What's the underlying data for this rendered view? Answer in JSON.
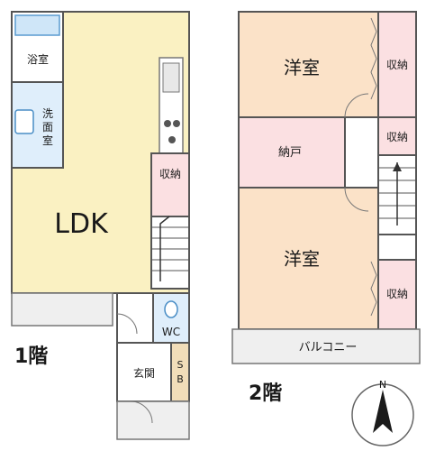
{
  "colors": {
    "ldk": "#faf1c2",
    "bath_blue": "#dfeefb",
    "western": "#fbe2c8",
    "storage": "#fbe0e2",
    "floor_wood": "#f1ddb9",
    "balcony": "#efefef",
    "wall": "#555555"
  },
  "floor1": {
    "label": "1階",
    "bath": "浴室",
    "washroom": "洗面室",
    "ldk": "LDK",
    "storage": "収納",
    "toilet": "WC",
    "entrance": "玄関",
    "shoebox": "SB"
  },
  "floor2": {
    "label": "2階",
    "western_room_north": "洋室",
    "western_room_south": "洋室",
    "closet": "納戸",
    "storage_1": "収納",
    "storage_2": "収納",
    "storage_3": "収納",
    "balcony": "バルコニー"
  },
  "compass": {
    "label": "N"
  }
}
